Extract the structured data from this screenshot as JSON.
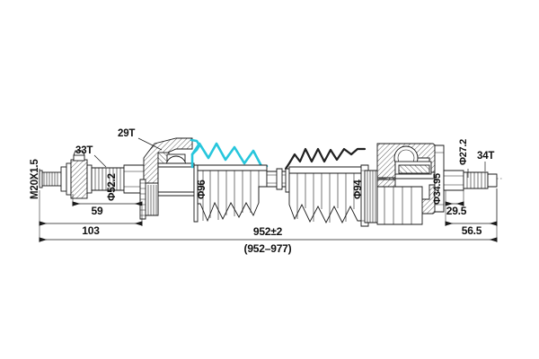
{
  "drawing": {
    "title": "CV Axle Drive Shaft Assembly Technical Drawing",
    "background_color": "#ffffff",
    "line_color": "#1a1a1a",
    "accent_color": "#27c6dc",
    "labels": {
      "thread_spec": "M20X1.5",
      "inner_spline_teeth": "33T",
      "outer_joint_teeth": "29T",
      "inner_diameter_52": "Φ52.2",
      "boot_diameter_96": "Φ96",
      "boot_diameter_94": "Φ94",
      "shaft_diameter_34": "Φ34.95",
      "shaft_diameter_27": "Φ27.2",
      "right_spline_teeth": "34T"
    },
    "dimensions": {
      "left_short": "59",
      "left_long": "103",
      "overall": "952±2",
      "overall_range": "(952–977)",
      "right_short": "29.5",
      "right_long": "56.5"
    }
  }
}
